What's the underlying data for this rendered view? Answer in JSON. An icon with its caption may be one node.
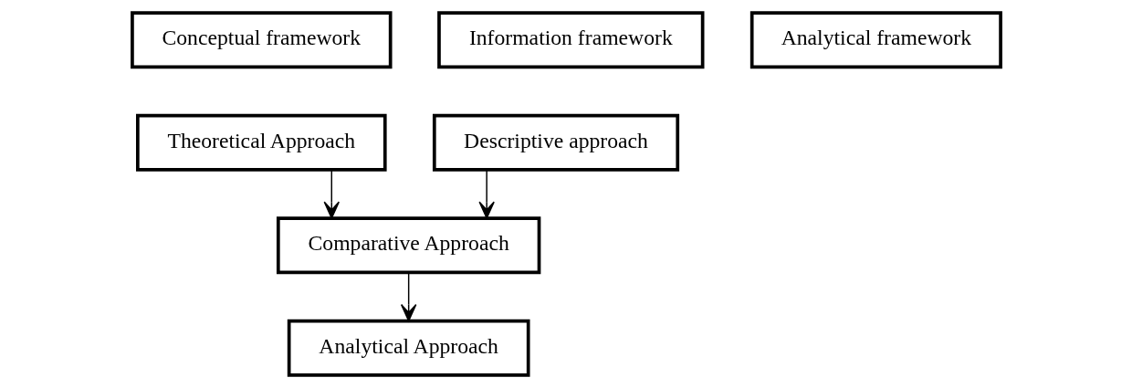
{
  "diagram": {
    "nodes": [
      {
        "text": [
          "Conceptual framework"
        ]
      },
      {
        "text": [
          "Information framework"
        ]
      },
      {
        "text": [
          "Analytical framework"
        ]
      },
      {
        "text": [
          "Theoretical Approach"
        ]
      },
      {
        "text": [
          "Descriptive approach"
        ]
      },
      {
        "text": [
          "Comparative Approach"
        ]
      },
      {
        "text": [
          "Analytical Approach"
        ]
      }
    ],
    "edges": [
      {
        "from": 3,
        "to": 5,
        "arrow": "to"
      },
      {
        "from": 4,
        "to": 5,
        "arrow": "to"
      },
      {
        "from": 5,
        "to": 6,
        "arrow": "to"
      }
    ]
  }
}
